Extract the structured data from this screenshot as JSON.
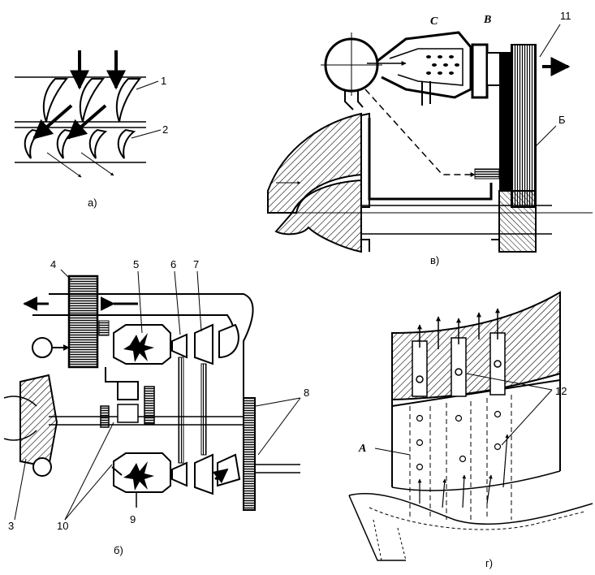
{
  "panels": {
    "a": {
      "caption": "а)",
      "labels": [
        "1",
        "2"
      ]
    },
    "v": {
      "caption": "в)",
      "labels": [
        "C",
        "B",
        "11",
        "Б"
      ]
    },
    "b": {
      "caption": "б)",
      "labels": [
        "4",
        "5",
        "6",
        "7",
        "8",
        "3",
        "10",
        "9"
      ]
    },
    "g": {
      "caption": "г)",
      "labels": [
        "12",
        "A"
      ]
    }
  }
}
